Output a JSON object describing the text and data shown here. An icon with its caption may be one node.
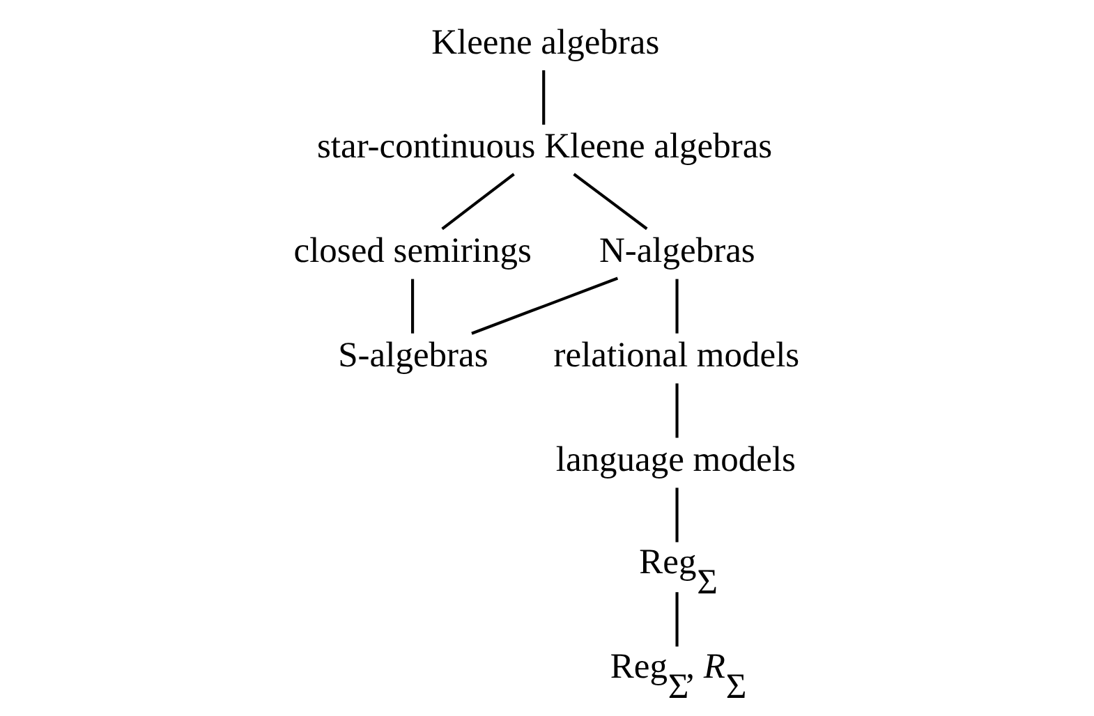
{
  "diagram": {
    "nodes": [
      {
        "text": [
          "Kleene algebras"
        ]
      },
      {
        "text": [
          "star-continuous Kleene algebras"
        ]
      },
      {
        "text": [
          "closed semirings"
        ]
      },
      {
        "text": [
          "N-algebras"
        ]
      },
      {
        "text": [
          "S-algebras"
        ]
      },
      {
        "text": [
          "relational models"
        ]
      },
      {
        "text": [
          "language models"
        ]
      },
      {
        "text": [
          "Reg$_{Σ}$"
        ]
      },
      {
        "text": [
          "Reg$_{Σ}$, *R*$_{Σ}$"
        ]
      }
    ],
    "edges": [
      {
        "from": 0,
        "to": 1,
        "arrow": "none"
      },
      {
        "from": 1,
        "to": 2,
        "arrow": "none"
      },
      {
        "from": 1,
        "to": 3,
        "arrow": "none"
      },
      {
        "from": 2,
        "to": 4,
        "arrow": "none"
      },
      {
        "from": 3,
        "to": 4,
        "arrow": "none"
      },
      {
        "from": 3,
        "to": 5,
        "arrow": "none"
      },
      {
        "from": 5,
        "to": 6,
        "arrow": "none"
      },
      {
        "from": 6,
        "to": 7,
        "arrow": "none"
      },
      {
        "from": 7,
        "to": 8,
        "arrow": "none"
      }
    ]
  }
}
